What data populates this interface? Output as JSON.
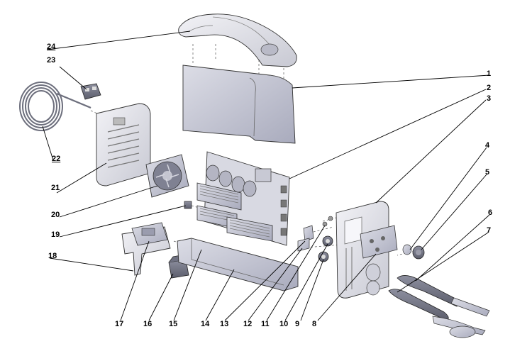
{
  "callouts": [
    {
      "n": "1"
    },
    {
      "n": "2"
    },
    {
      "n": "3"
    },
    {
      "n": "4"
    },
    {
      "n": "5"
    },
    {
      "n": "6"
    },
    {
      "n": "7"
    },
    {
      "n": "8"
    },
    {
      "n": "9"
    },
    {
      "n": "10"
    },
    {
      "n": "11"
    },
    {
      "n": "12"
    },
    {
      "n": "13"
    },
    {
      "n": "14"
    },
    {
      "n": "15"
    },
    {
      "n": "16"
    },
    {
      "n": "17"
    },
    {
      "n": "18"
    },
    {
      "n": "19"
    },
    {
      "n": "20"
    },
    {
      "n": "21"
    },
    {
      "n": "22"
    },
    {
      "n": "23"
    },
    {
      "n": "24"
    }
  ],
  "colors": {
    "metal": "#c9cad6",
    "metal_dark": "#9fa1b3",
    "plastic": "#e3e3ea",
    "line": "#333333",
    "leader": "#000000"
  }
}
